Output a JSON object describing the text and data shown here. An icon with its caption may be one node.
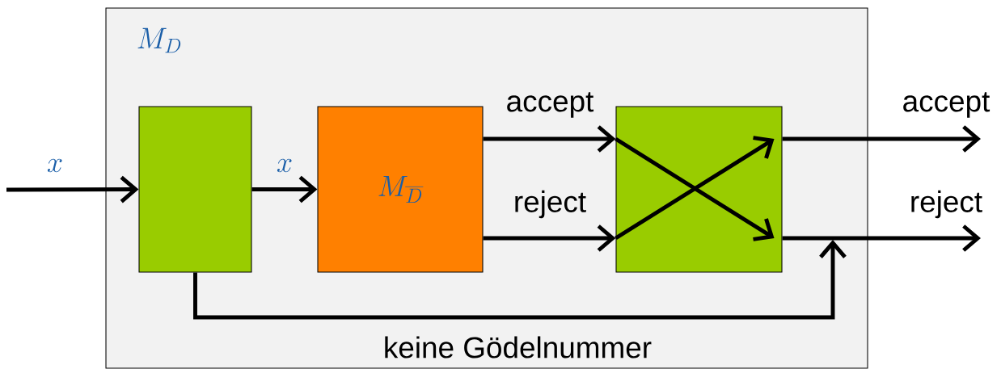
{
  "diagram": {
    "nodes": [
      {
        "text": [
          "M_D"
        ]
      },
      {
        "text": [],
        "shape": "box",
        "in": 0
      },
      {
        "text": [
          "M_{\\overline{D}}"
        ],
        "in": 0
      },
      {
        "text": [],
        "shape": "box",
        "in": 0
      }
    ],
    "edges": [
      {
        "from": null,
        "to": 1,
        "arrow": "to",
        "label": "x"
      },
      {
        "from": 1,
        "to": 2,
        "arrow": "to",
        "label": "x"
      },
      {
        "from": 2,
        "to": 3,
        "arrow": "to",
        "label": "accept"
      },
      {
        "from": 2,
        "to": 3,
        "arrow": "to",
        "label": "reject"
      },
      {
        "from": 3,
        "to": null,
        "arrow": "to",
        "label": "accept"
      },
      {
        "from": 3,
        "to": null,
        "arrow": "to",
        "label": "reject"
      },
      {
        "from": 1,
        "to": null,
        "arrow": "to",
        "label": "keine Gödelnummer"
      }
    ]
  }
}
